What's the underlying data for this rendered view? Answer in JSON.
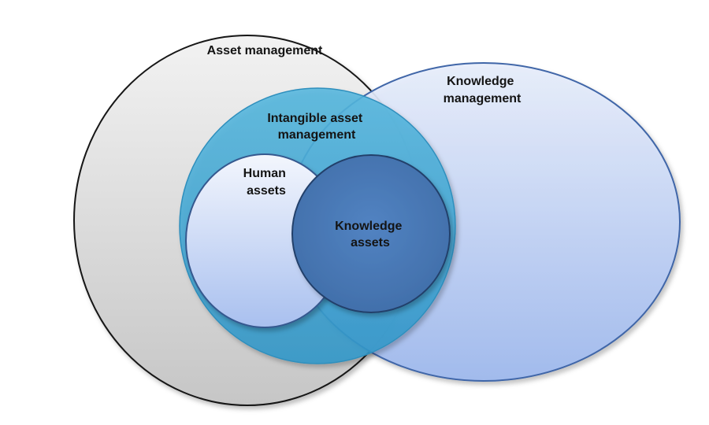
{
  "diagram": {
    "type": "nested-venn",
    "sets": {
      "asset_management": {
        "lines": [
          "Asset management"
        ],
        "fill": "#d6d6d6",
        "stroke": "#141414"
      },
      "knowledge_management": {
        "lines": [
          "Knowledge",
          "management"
        ],
        "fill": "#b3c9f2",
        "stroke": "#3f66a8"
      },
      "intangible_asset_management": {
        "lines": [
          "Intangible asset",
          "management"
        ],
        "fill": "#3fa6d2",
        "stroke": "#2f8fbd"
      },
      "human_assets": {
        "lines": [
          "Human",
          "assets"
        ],
        "fill": "#c7d4f3",
        "stroke": "#35598f"
      },
      "knowledge_assets": {
        "lines": [
          "Knowledge",
          "assets"
        ],
        "fill": "#4a7ab8",
        "stroke": "#24406b"
      }
    }
  }
}
